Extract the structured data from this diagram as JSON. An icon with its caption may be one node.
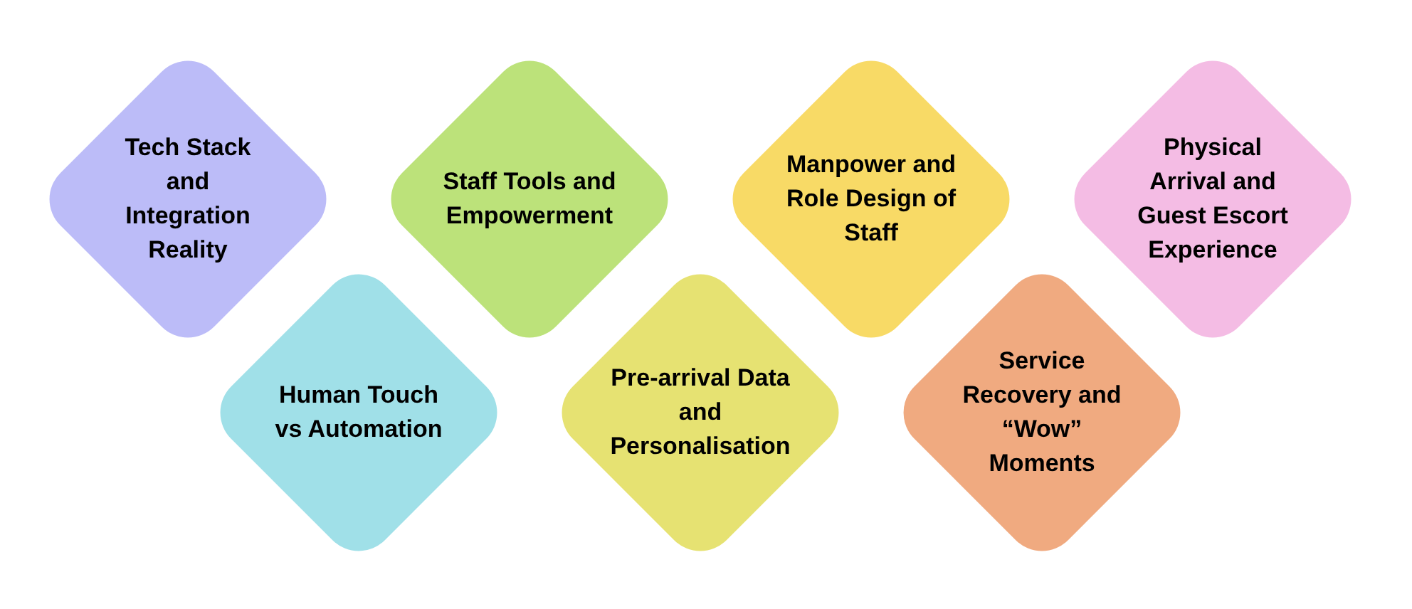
{
  "diagram": {
    "nodes": [
      {
        "text": [
          "Tech Stack and Integration Reality"
        ]
      },
      {
        "text": [
          "Human Touch vs Automation"
        ]
      },
      {
        "text": [
          "Staff Tools and Empowerment"
        ]
      },
      {
        "text": [
          "Pre-arrival Data and Personalisation"
        ]
      },
      {
        "text": [
          "Manpower and Role Design of Staff"
        ]
      },
      {
        "text": [
          "Service Recovery and “Wow” Moments"
        ]
      },
      {
        "text": [
          "Physical Arrival and Guest Escort Experience"
        ]
      }
    ]
  }
}
